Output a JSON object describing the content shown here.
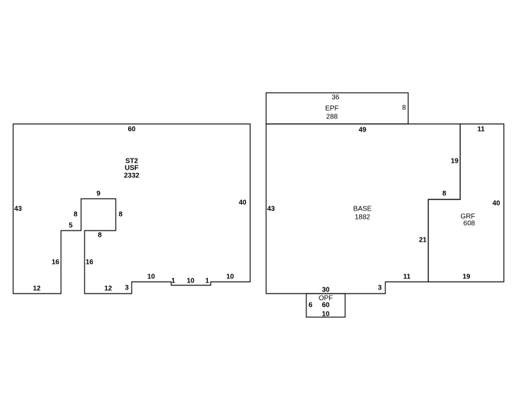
{
  "left_sketch": {
    "area_label": [
      "ST2",
      "USF",
      "2332"
    ],
    "dims": {
      "top": "60",
      "left": "43",
      "right": "40",
      "bottom_left": "12",
      "notch_left_16": "16",
      "notch_5": "5",
      "notch_8_left": "8",
      "notch_9": "9",
      "notch_8_right": "8",
      "notch_8_bottom": "8",
      "notch_right_16": "16",
      "bottom_mid_12": "12",
      "step_3": "3",
      "step_10_a": "10",
      "step_1_a": "1",
      "step_10_b": "10",
      "step_1_b": "1",
      "step_10_c": "10"
    }
  },
  "right_sketch": {
    "epf": {
      "name": "EPF",
      "area": "288",
      "width": "36",
      "depth": "8"
    },
    "base": {
      "name": "BASE",
      "area": "1882",
      "top": "49",
      "left": "43",
      "right_upper": "19",
      "jog": "8",
      "right_lower": "21",
      "bottom_right": "11",
      "step": "3",
      "bottom": "30"
    },
    "grf": {
      "name": "GRF",
      "area": "608",
      "top": "11",
      "right": "40",
      "bottom": "19"
    },
    "opf": {
      "name": "OPF",
      "area": "60",
      "side": "6",
      "bottom": "10"
    }
  }
}
